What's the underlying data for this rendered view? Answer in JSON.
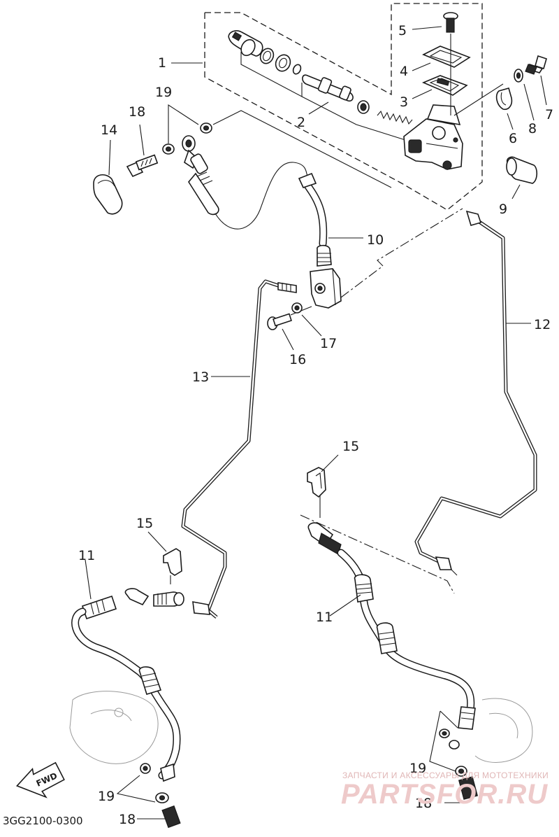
{
  "diagram": {
    "drawing_code": "3GG2100-0300",
    "fwd_label": "FWD",
    "callouts": {
      "c1": "1",
      "c2": "2",
      "c3": "3",
      "c4": "4",
      "c5": "5",
      "c6": "6",
      "c7": "7",
      "c8": "8",
      "c9": "9",
      "c10": "10",
      "c11_left": "11",
      "c11_right": "11",
      "c12": "12",
      "c13": "13",
      "c14": "14",
      "c15_center": "15",
      "c15_left": "15",
      "c16": "16",
      "c17": "17",
      "c18_top": "18",
      "c18_bottom_left": "18",
      "c18_bottom_right": "18",
      "c19_top": "19",
      "c19_bottom_left": "19",
      "c19_bottom_right": "19"
    }
  },
  "watermark": {
    "top_text": "ЗАПЧАСТИ И АКСЕССУАРЫ ДЛЯ МОТОТЕХНИКИ",
    "logo_text": "PARTSFOR.RU"
  }
}
